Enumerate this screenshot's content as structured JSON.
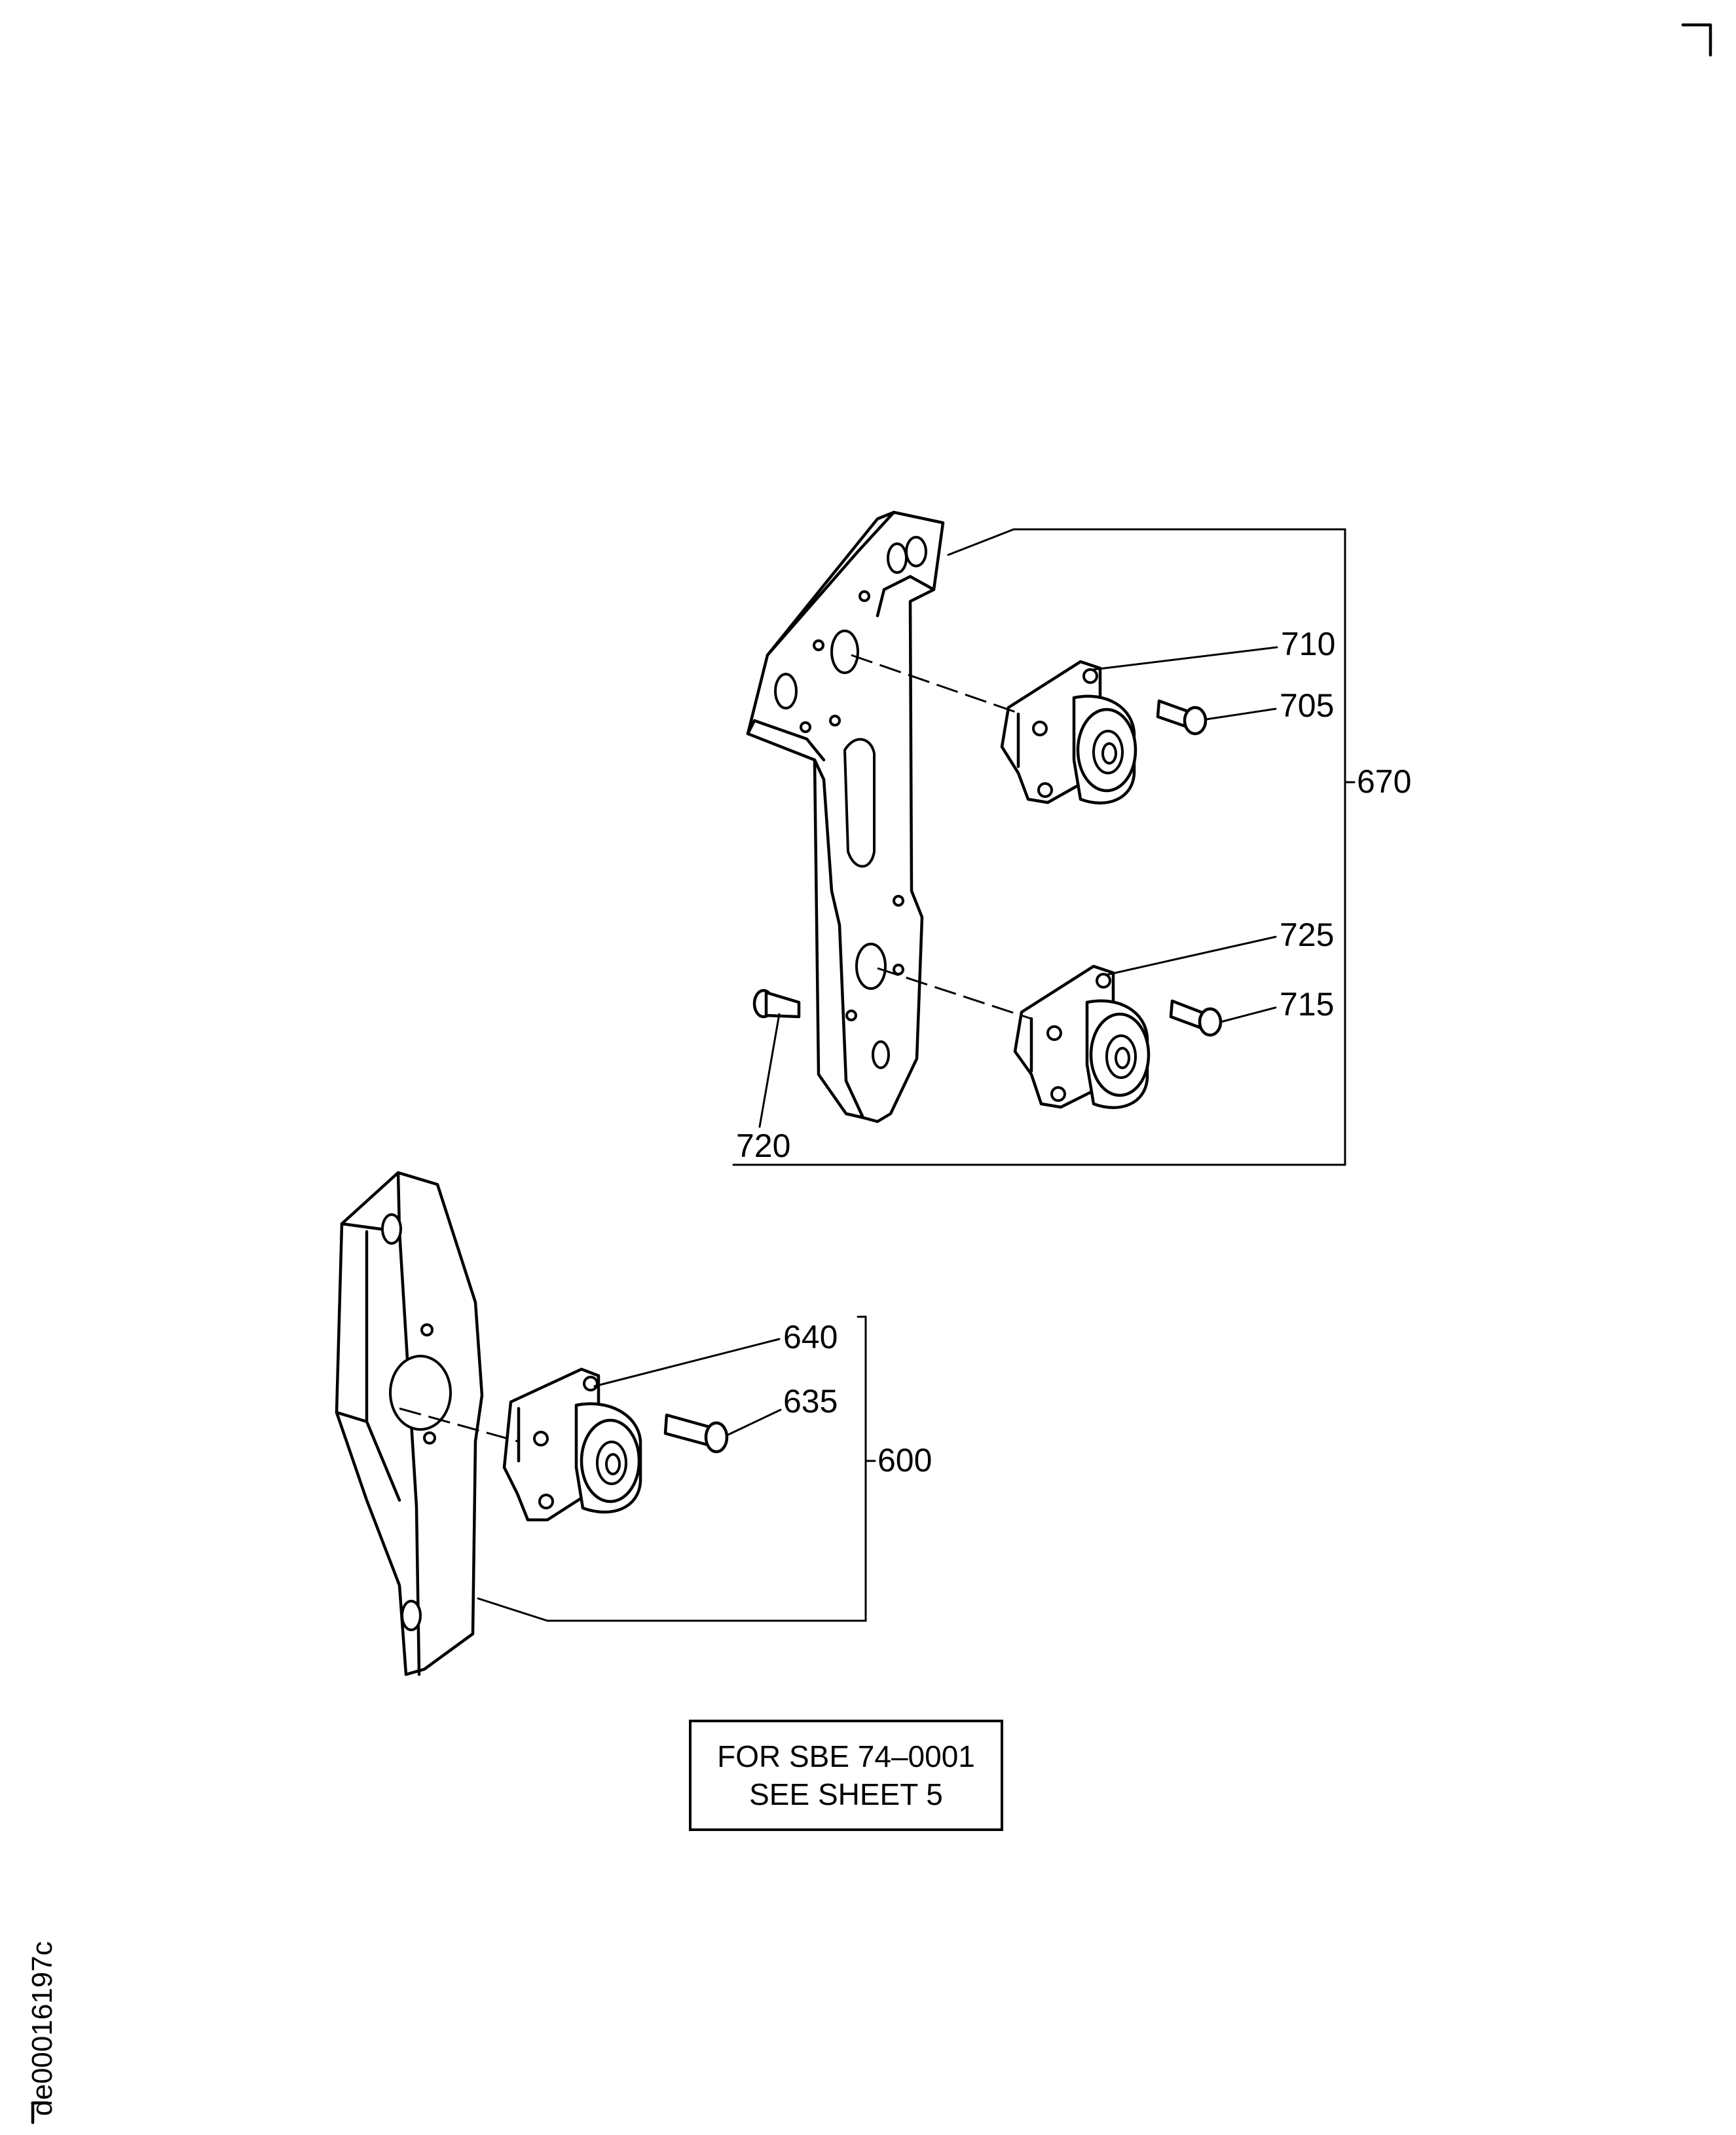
{
  "callouts": {
    "c710": "710",
    "c705": "705",
    "c670": "670",
    "c725": "725",
    "c715": "715",
    "c720": "720",
    "c640": "640",
    "c635": "635",
    "c600": "600"
  },
  "note": {
    "line1": "FOR SBE 74–0001",
    "line2": "SEE SHEET 5"
  },
  "drawing_id": "de00016197c"
}
